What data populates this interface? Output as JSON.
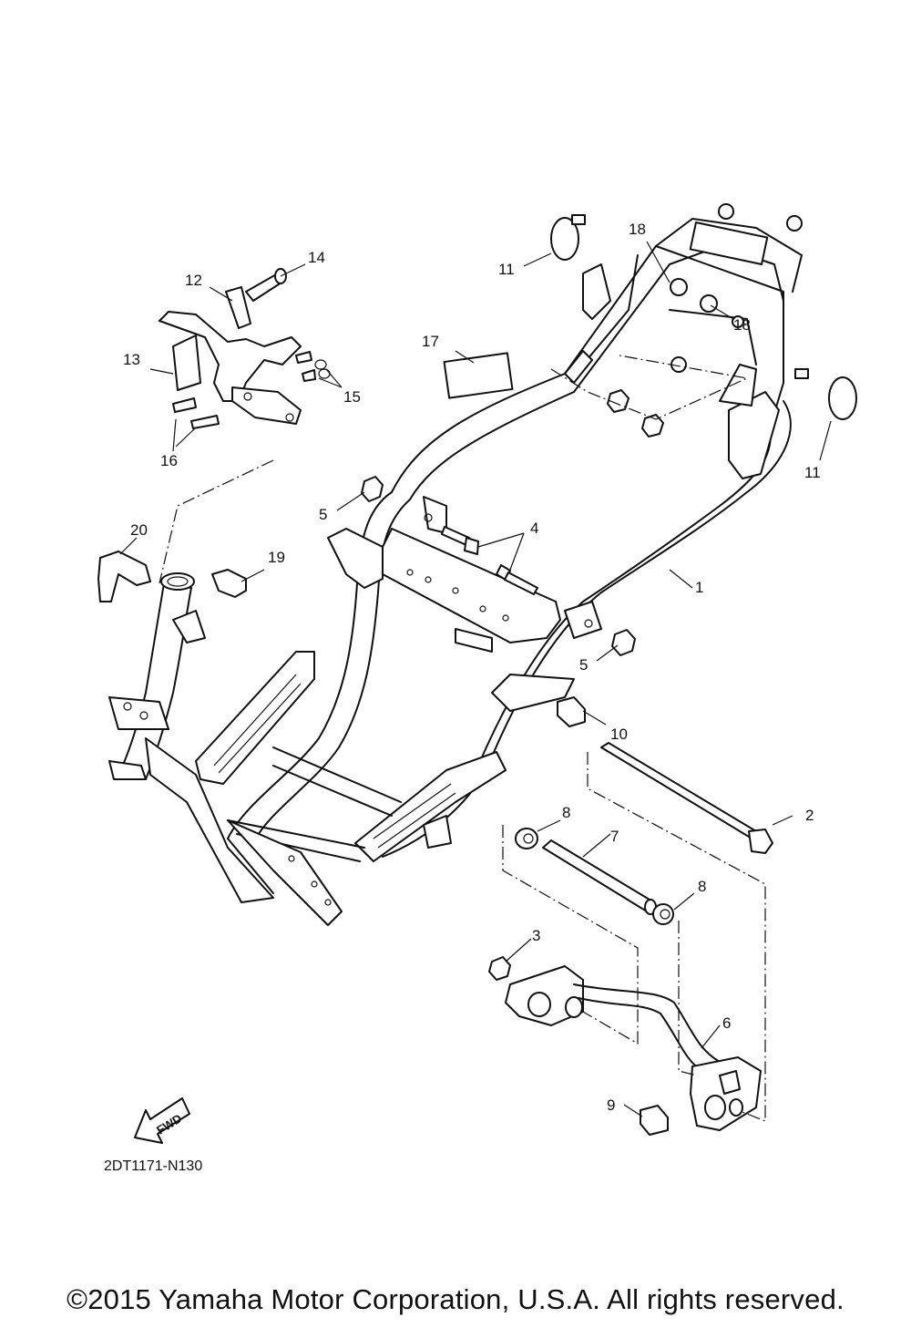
{
  "diagram": {
    "drawing_code": "2DT1171-N130",
    "fwd_label": "FWD",
    "callouts": [
      "1",
      "2",
      "3",
      "4",
      "5",
      "5",
      "6",
      "7",
      "8",
      "8",
      "9",
      "10",
      "11",
      "11",
      "12",
      "13",
      "14",
      "15",
      "16",
      "17",
      "18",
      "18",
      "19",
      "20"
    ]
  },
  "footer": {
    "copyright": "©2015 Yamaha Motor Corporation, U.S.A. All rights reserved."
  }
}
